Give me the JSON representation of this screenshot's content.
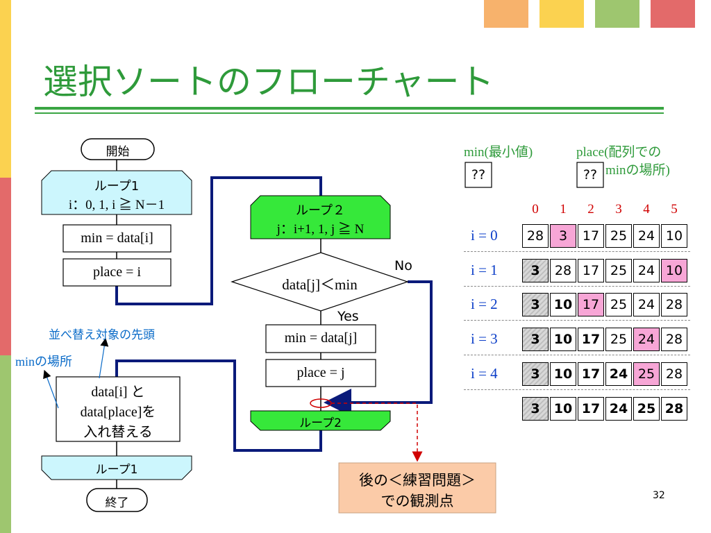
{
  "title": "選択ソートのフローチャート",
  "page_number": "32",
  "accent_colors": {
    "title_green": "#2e9a3a",
    "sq1": "#f7b26c",
    "sq2": "#fbd250",
    "sq3": "#9ec66f",
    "sq4": "#e36a6a",
    "loop_cyan": "#ccf6fd",
    "loop_green": "#36e83a",
    "highlight_pink": "#f7a6d6",
    "note_peach": "#fbcba8",
    "flow_line": "#0a1a7a"
  },
  "flowchart": {
    "start": "開始",
    "loop1_top": {
      "title": "ループ1",
      "cond": "i：0, 1, i ≧ N－1"
    },
    "min_assign": "min = data[i]",
    "place_assign": "place = i",
    "loop2_top": {
      "title": "ループ２",
      "cond": "j：i+1, 1, j ≧ N"
    },
    "decision": "data[j]＜min",
    "no_label": "No",
    "yes_label": "Yes",
    "min_assign_j": "min = data[j]",
    "place_assign_j": "place = j",
    "loop2_bottom": "ループ2",
    "swap_line1": "data[i] と",
    "swap_line2": "data[place]を",
    "swap_line3": "入れ替える",
    "loop1_bottom": "ループ1",
    "end": "終了",
    "annot_head": "並べ替え対象の先頭",
    "annot_min": "minの場所",
    "observation_line1": "後の＜練習問題＞",
    "observation_line2": "での観測点"
  },
  "vars": {
    "min_label": "min(最小値)",
    "min_value": "??",
    "place_label_1": "place(配列での",
    "place_label_2": "minの場所)",
    "place_value": "??"
  },
  "table": {
    "indices": [
      "0",
      "1",
      "2",
      "3",
      "4",
      "5"
    ],
    "rows": [
      {
        "label": "i = 0",
        "values": [
          "28",
          "3",
          "17",
          "25",
          "24",
          "10"
        ],
        "pink": [
          1
        ],
        "gray": [],
        "bold": []
      },
      {
        "label": "i = 1",
        "values": [
          "3",
          "28",
          "17",
          "25",
          "24",
          "10"
        ],
        "pink": [
          5
        ],
        "gray": [
          0
        ],
        "bold": [
          0
        ]
      },
      {
        "label": "i = 2",
        "values": [
          "3",
          "10",
          "17",
          "25",
          "24",
          "28"
        ],
        "pink": [
          2
        ],
        "gray": [
          0
        ],
        "bold": [
          0,
          1
        ]
      },
      {
        "label": "i = 3",
        "values": [
          "3",
          "10",
          "17",
          "25",
          "24",
          "28"
        ],
        "pink": [
          4
        ],
        "gray": [
          0
        ],
        "bold": [
          0,
          1,
          2
        ]
      },
      {
        "label": "i = 4",
        "values": [
          "3",
          "10",
          "17",
          "24",
          "25",
          "28"
        ],
        "pink": [
          4
        ],
        "gray": [
          0
        ],
        "bold": [
          0,
          1,
          2,
          3
        ]
      },
      {
        "label": "",
        "values": [
          "3",
          "10",
          "17",
          "24",
          "25",
          "28"
        ],
        "pink": [],
        "gray": [
          0
        ],
        "bold": [
          0,
          1,
          2,
          3,
          4,
          5
        ]
      }
    ]
  }
}
